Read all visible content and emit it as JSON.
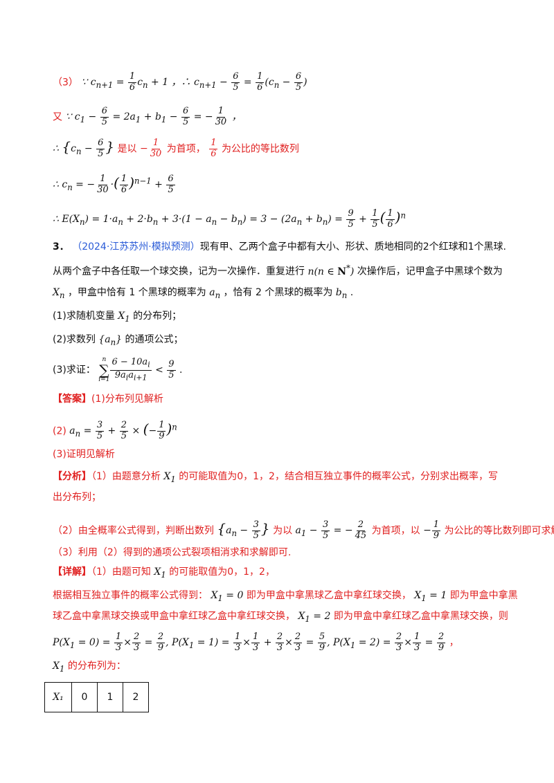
{
  "part3_solution": {
    "label": "（3）",
    "line1": "∵ c_{n+1} = 1/6·c_n + 1，∴ c_{n+1} − 6/5 = 1/6 (c_n − 6/5)",
    "line2_prefix": "又",
    "line2": "∵ c_1 − 6/5 = 2a_1 + b_1 − 6/5 = −1/30，",
    "line3_math": "∴ {c_n − 6/5}",
    "line3_text_a": "是以",
    "line3_text_b": "为首项，",
    "line3_text_c": "为公比的等比数列",
    "line4": "∴ c_n = −1/30·(1/6)^{n−1} + 6/5",
    "line5": "∴ E(X_n) = 1·a_n + 2·b_n + 3·(1−a_n−b_n) = 3 − (2a_n + b_n) = 9/5 + 1/5 (1/6)^n"
  },
  "problem": {
    "number": "3．",
    "source": "（2024·江苏苏州·模拟预测）",
    "stem_a": "现有甲、乙两个盒子中都有大小、形状、质地相同的2个红球和1个黑球.",
    "stem_b": "从两个盒子中各任取一个球交换，记为一次操作．重复进行",
    "stem_b2": "次操作后，记甲盒子中黑球个数为",
    "stem_c": "，甲盒中恰有 1 个黑球的概率为",
    "stem_c2": "，恰有 2 个黑球的概率为",
    "stem_c3": ".",
    "q1_a": "(1)求随机变量",
    "q1_b": "的分布列；",
    "q2_a": "(2)求数列",
    "q2_b": "的通项公式；",
    "q3_a": "(3)求证：",
    "q3_b": "."
  },
  "answer": {
    "tag": "【答案】",
    "a1": "(1)分布列见解析",
    "a2_label": "(2)",
    "a3": "(3)证明见解析"
  },
  "analysis": {
    "tag": "【分析】",
    "p1_a": "（1）由题意分析",
    "p1_b": "的可能取值为0，1，2，结合相互独立事件的概率公式，分别求出概率，写",
    "p1_c": "出分布列；",
    "p2_a": "（2）由全概率公式得到，判断出数列",
    "p2_b": "为以",
    "p2_c": "为首项，以",
    "p2_d": "为公比的等比数列即可求解；",
    "p3": "（3）利用（2）得到的通项公式裂项相消求和求解即可."
  },
  "detail": {
    "tag": "【详解】",
    "d1_a": "（1）由题可知",
    "d1_b": "的可能取值为0，1，2，",
    "d2_a": "根据相互独立事件的概率公式得到：",
    "d2_b": "即为甲盒中拿黑球乙盒中拿红球交换，",
    "d2_c": "即为甲盒中拿黑",
    "d3_a": "球乙盒中拿黑球交换或甲盒中拿红球乙盒中拿红球交换，",
    "d3_b": "即为甲盒中拿红球乙盒中拿黑球交换，则",
    "d5_b": "的分布列为："
  },
  "table": {
    "header": "X₁",
    "values": [
      "0",
      "1",
      "2"
    ]
  }
}
